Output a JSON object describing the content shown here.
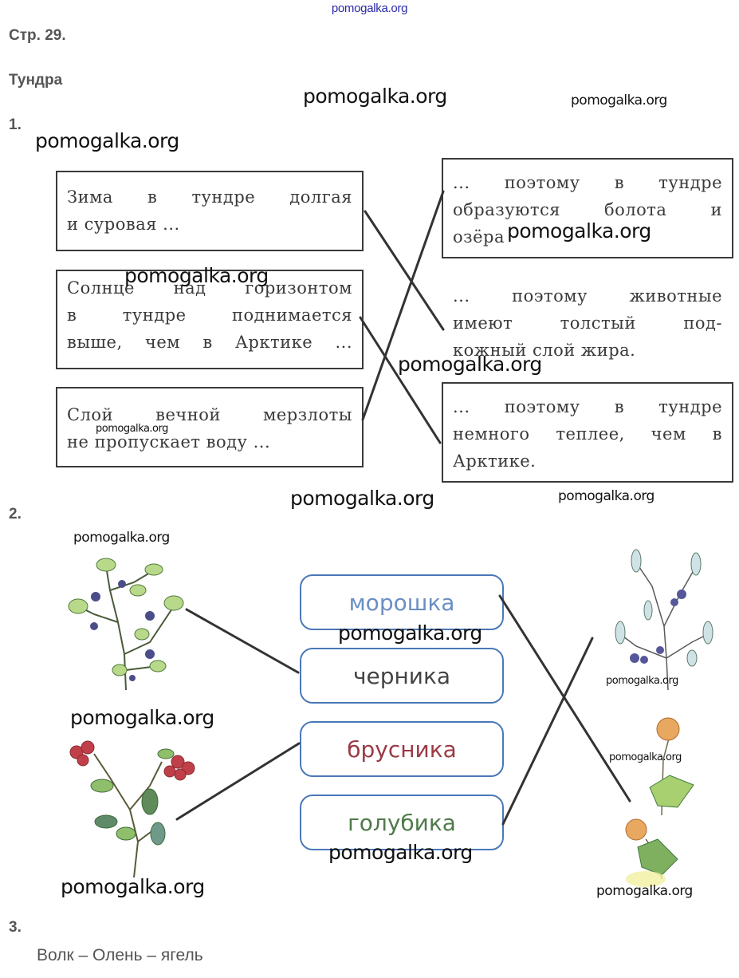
{
  "header": {
    "site": "pomogalka.org"
  },
  "page_label": "Стр. 29.",
  "topic_title": "Тундра",
  "watermark": "pomogalka.org",
  "task1": {
    "number": "1.",
    "left_boxes": [
      {
        "lines": [
          "Зима в тундре долгая",
          "и суровая ..."
        ]
      },
      {
        "lines": [
          "Солнце над горизонтом",
          "в тундре поднимается",
          "выше, чем в Арктике ..."
        ]
      },
      {
        "lines": [
          "Слой вечной мерзлоты",
          "не пропускает воду ..."
        ]
      }
    ],
    "right_boxes": [
      {
        "lines": [
          "... поэтому в тундре",
          "образуются болота и",
          "озёра"
        ]
      },
      {
        "lines": [
          "... поэтому животные",
          "имеют толстый под-",
          "кожный слой жира."
        ]
      },
      {
        "lines": [
          "... поэтому в тундре",
          "немного теплее, чем в",
          "Арктике."
        ]
      }
    ],
    "matches": [
      {
        "left": "Зима в тундре долгая и суровая ...",
        "right": "... поэтому животные имеют толстый подкожный слой жира."
      },
      {
        "left": "Солнце над горизонтом в тундре поднимается выше, чем в Арктике ...",
        "right": "... поэтому в тундре немного теплее, чем в Арктике."
      },
      {
        "left": "Слой вечной мерзлоты не пропускает воду ...",
        "right": "... поэтому в тундре образуются болота и озёра"
      }
    ]
  },
  "task2": {
    "number": "2.",
    "labels": [
      {
        "text": "морошка",
        "color": "#6a8fc4"
      },
      {
        "text": "черника",
        "color": "#444444"
      },
      {
        "text": "брусника",
        "color": "#9a3a45"
      },
      {
        "text": "голубика",
        "color": "#4f7a4a"
      }
    ],
    "plant_images": [
      {
        "name": "blueberry-plant",
        "side": "left",
        "matched_label": "черника"
      },
      {
        "name": "lingonberry-plant",
        "side": "left",
        "matched_label": "брусника"
      },
      {
        "name": "bog-bilberry-plant",
        "side": "right",
        "matched_label": "голубика"
      },
      {
        "name": "cloudberry-plant",
        "side": "right",
        "matched_label": "морошка"
      }
    ],
    "colors": {
      "pill_border": "#4a78b8",
      "line": "#333333"
    }
  },
  "task3": {
    "number": "3.",
    "answer": "Волк – Олень – ягель"
  }
}
